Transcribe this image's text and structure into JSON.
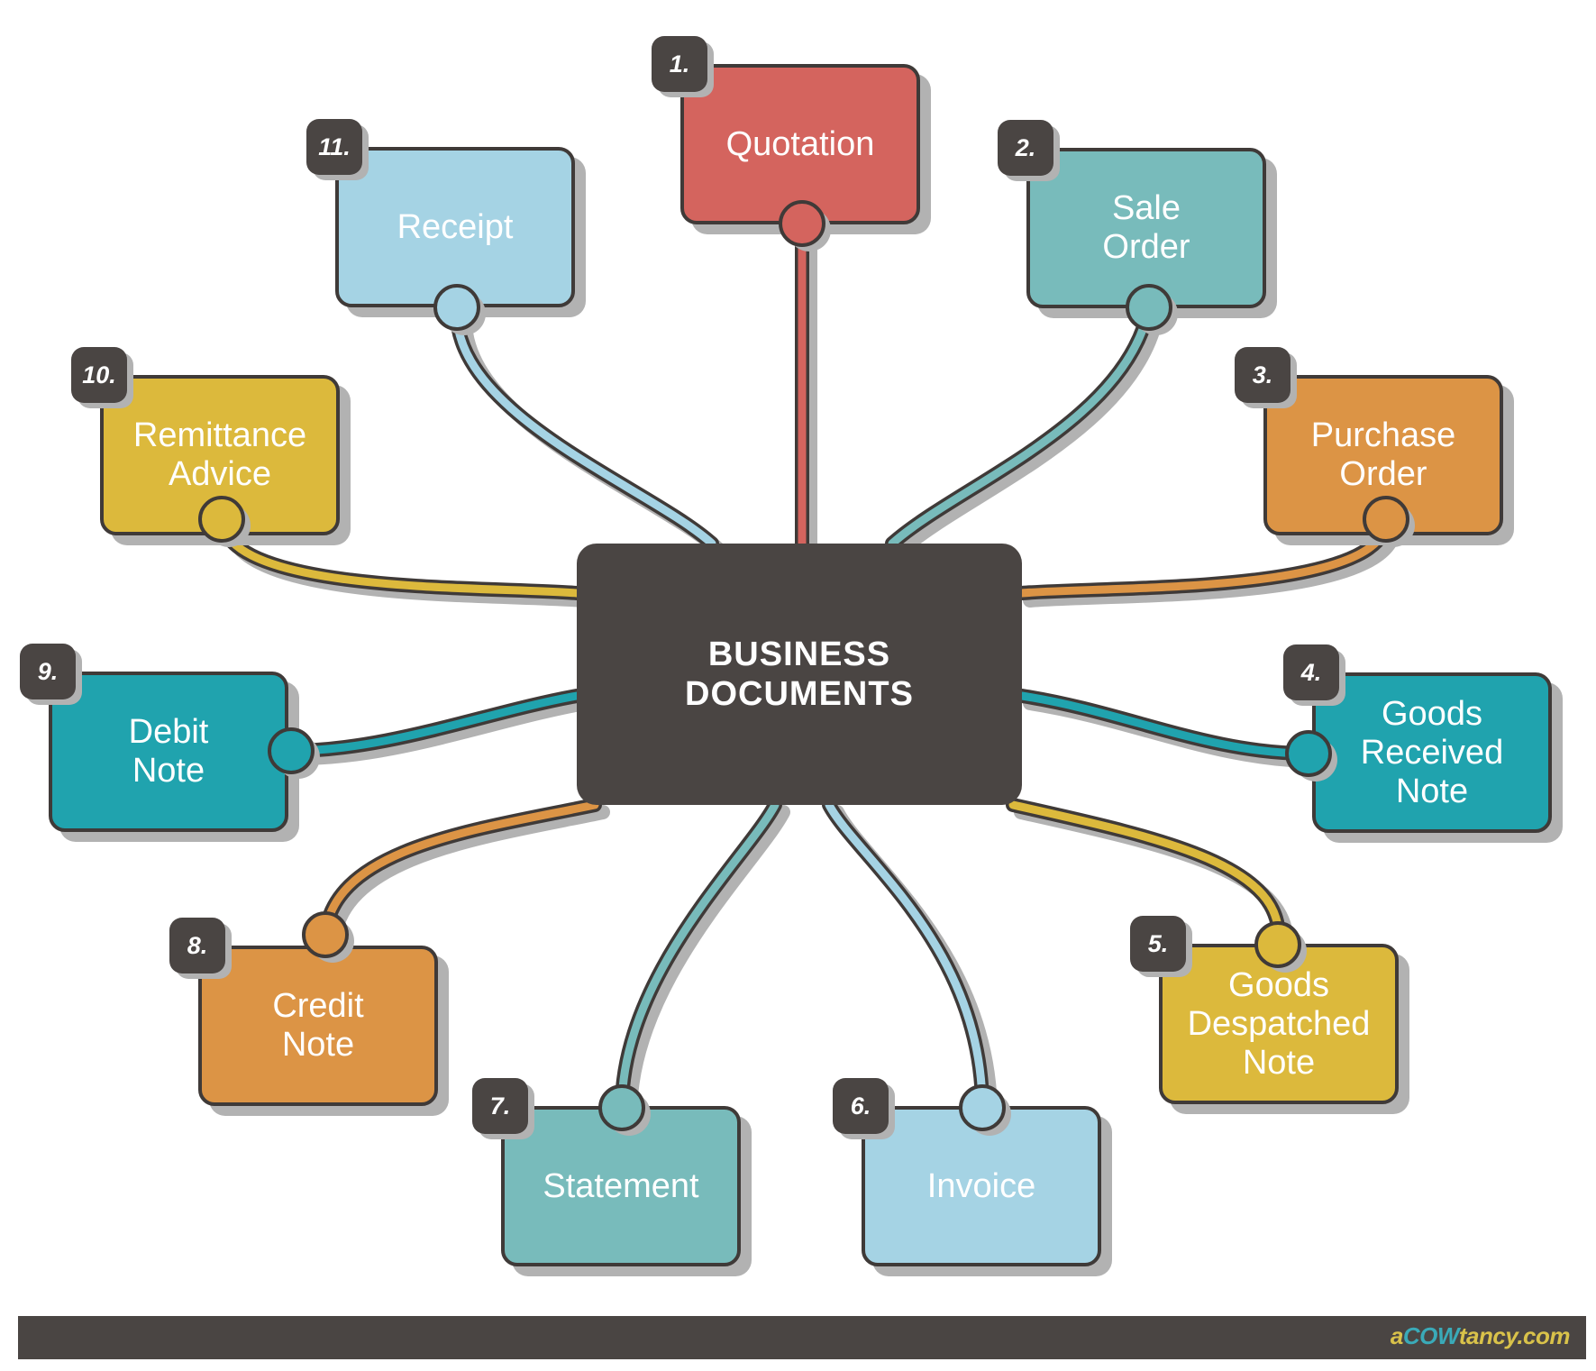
{
  "center": {
    "title": "BUSINESS\nDOCUMENTS",
    "color": "#4a4543"
  },
  "colors": {
    "outline": "#3f3a38",
    "shadow": "#b2b2b2",
    "red": "#d4645e",
    "teal": "#78bbbb",
    "orange": "#dc9445",
    "dark_teal": "#20a3ae",
    "yellow": "#dcb93c",
    "light_blue": "#a5d3e4"
  },
  "nodes": [
    {
      "number": "1.",
      "label": "Quotation",
      "color": "#d4645e",
      "icon": "connector-dot"
    },
    {
      "number": "2.",
      "label": "Sale\nOrder",
      "color": "#78bbbb",
      "icon": "connector-dot"
    },
    {
      "number": "3.",
      "label": "Purchase\nOrder",
      "color": "#dc9445",
      "icon": "connector-dot"
    },
    {
      "number": "4.",
      "label": "Goods\nReceived\nNote",
      "color": "#20a3ae",
      "icon": "connector-dot"
    },
    {
      "number": "5.",
      "label": "Goods\nDespatched\nNote",
      "color": "#dcb93c",
      "icon": "connector-dot"
    },
    {
      "number": "6.",
      "label": "Invoice",
      "color": "#a5d3e4",
      "icon": "connector-dot"
    },
    {
      "number": "7.",
      "label": "Statement",
      "color": "#78bbbb",
      "icon": "connector-dot"
    },
    {
      "number": "8.",
      "label": "Credit\nNote",
      "color": "#dc9445",
      "icon": "connector-dot"
    },
    {
      "number": "9.",
      "label": "Debit\nNote",
      "color": "#20a3ae",
      "icon": "connector-dot"
    },
    {
      "number": "10.",
      "label": "Remittance\nAdvice",
      "color": "#dcb93c",
      "icon": "connector-dot"
    },
    {
      "number": "11.",
      "label": "Receipt",
      "color": "#a5d3e4",
      "icon": "connector-dot"
    }
  ],
  "footer": {
    "brand_a": "a",
    "brand_cow": "COW",
    "brand_rest": "tancy.com"
  }
}
